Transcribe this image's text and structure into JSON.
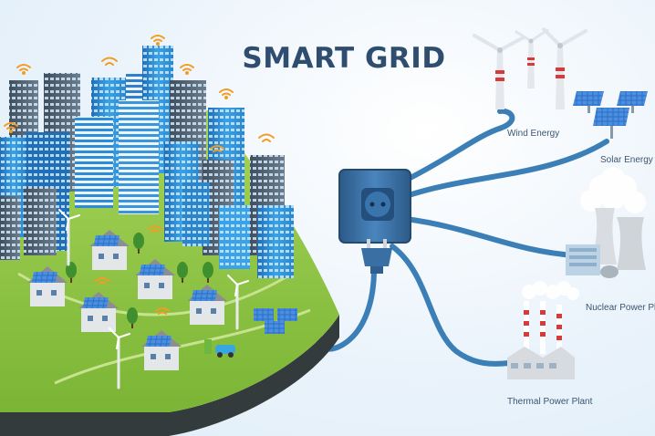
{
  "title": "SMART GRID",
  "sources": [
    {
      "label": "Wind Energy",
      "icon": "wind-turbine-icon"
    },
    {
      "label": "Solar Energy",
      "icon": "solar-panel-icon"
    },
    {
      "label": "Nuclear Power Plant",
      "icon": "nuclear-plant-icon"
    },
    {
      "label": "Thermal Power Plant",
      "icon": "thermal-plant-icon"
    }
  ],
  "colors": {
    "title": "#2f4e6f",
    "cable": "#3b7fb6",
    "grass": "#8cc63f",
    "soil": "#343b3c",
    "building_blue": "#2e8bd6",
    "socket": "#3b6fa0",
    "panel": "#2d6fc4"
  }
}
